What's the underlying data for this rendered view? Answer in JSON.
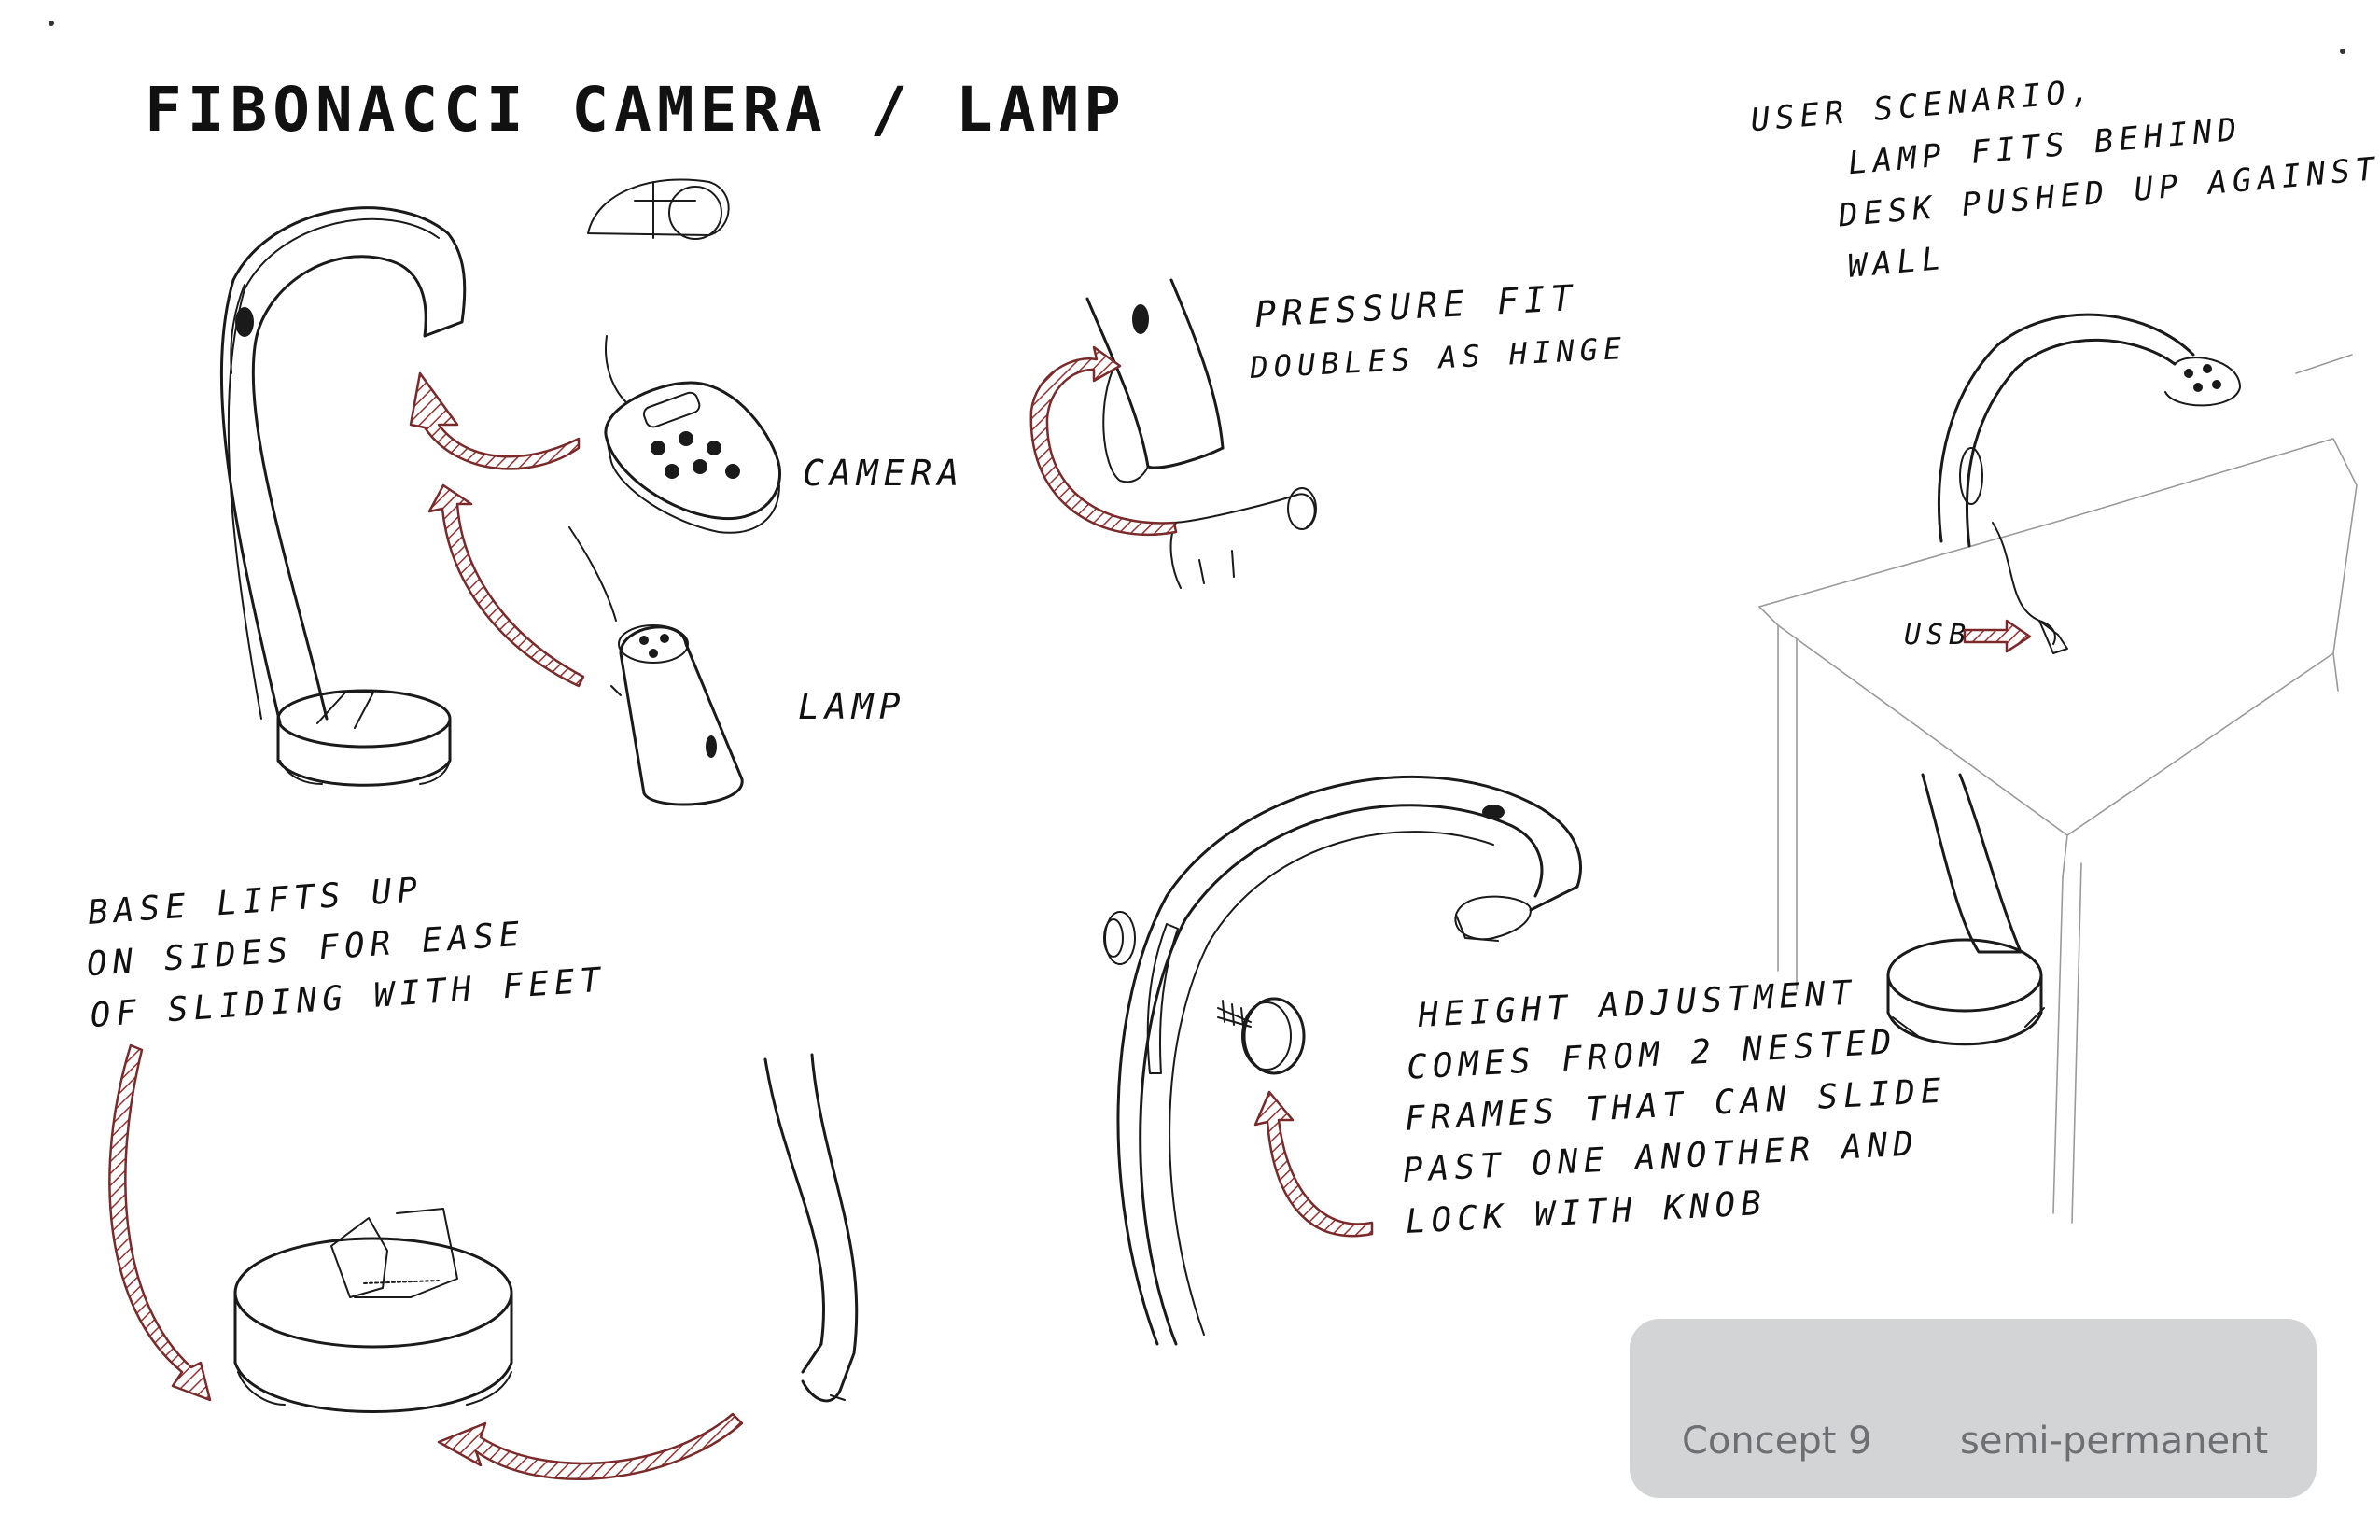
{
  "title": "FIBONACCI CAMERA / LAMP",
  "labels": {
    "camera": "CAMERA",
    "lamp": "LAMP",
    "usb": "USB"
  },
  "notes": {
    "hinge": [
      "PRESSURE FIT",
      "DOUBLES AS HINGE"
    ],
    "scenario": [
      "USER SCENARIO,",
      "LAMP FITS BEHIND",
      "DESK PUSHED UP AGAINST",
      "WALL"
    ],
    "base": [
      "BASE LIFTS UP",
      "ON SIDES FOR EASE",
      "OF SLIDING WITH FEET"
    ],
    "height": [
      "HEIGHT ADJUSTMENT",
      "COMES FROM 2 NESTED",
      "FRAMES THAT CAN SLIDE",
      "PAST ONE ANOTHER AND",
      "LOCK WITH KNOB"
    ]
  },
  "badge": {
    "concept": "Concept 9",
    "type": "semi-permanent"
  },
  "colors": {
    "ink": "#1a1a1a",
    "arrow": "#9c2f2f",
    "badge_bg": "#d3d4d6",
    "badge_text": "#6e6f72"
  }
}
